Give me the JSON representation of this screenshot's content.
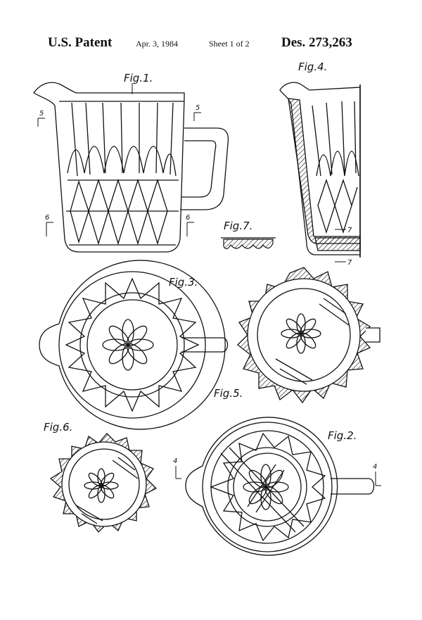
{
  "header": {
    "patent_label": "U.S. Patent",
    "date": "Apr. 3, 1984",
    "sheet": "Sheet 1 of 2",
    "design_number": "Des. 273,263"
  },
  "figures": {
    "fig1": {
      "label": "Fig.1."
    },
    "fig2": {
      "label": "Fig.2."
    },
    "fig3": {
      "label": "Fig.3."
    },
    "fig4": {
      "label": "Fig.4."
    },
    "fig5": {
      "label": "Fig.5."
    },
    "fig6": {
      "label": "Fig.6."
    },
    "fig7": {
      "label": "Fig.7."
    }
  },
  "section_markers": {
    "m5": "5",
    "m6": "6",
    "m7": "7",
    "m4": "4"
  }
}
